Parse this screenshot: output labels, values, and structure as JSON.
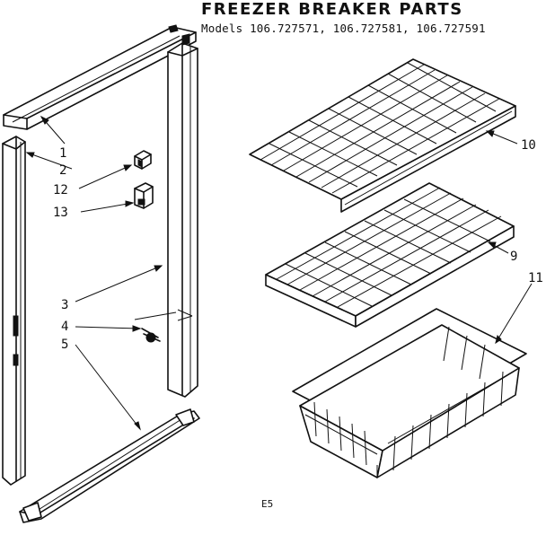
{
  "header": {
    "title": "FREEZER BREAKER PARTS",
    "models": "Models 106.727571, 106.727581, 106.727591"
  },
  "callouts": [
    {
      "id": "c1",
      "label": "1"
    },
    {
      "id": "c2",
      "label": "2"
    },
    {
      "id": "c12",
      "label": "12"
    },
    {
      "id": "c13",
      "label": "13"
    },
    {
      "id": "c3",
      "label": "3"
    },
    {
      "id": "c4",
      "label": "4"
    },
    {
      "id": "c5",
      "label": "5"
    },
    {
      "id": "c10",
      "label": "10"
    },
    {
      "id": "c9",
      "label": "9"
    },
    {
      "id": "c11",
      "label": "11"
    }
  ],
  "footer": {
    "code": "E5"
  }
}
